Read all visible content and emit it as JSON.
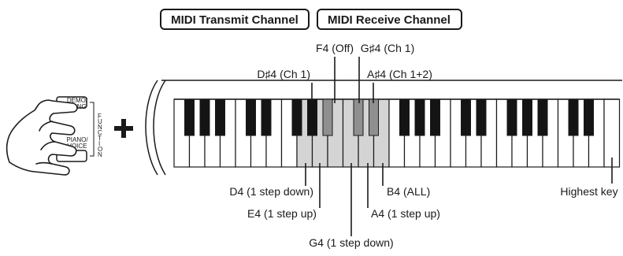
{
  "header": {
    "transmit": "MIDI Transmit Channel",
    "receive": "MIDI Receive Channel"
  },
  "panel": {
    "button_top": [
      "DEMO/",
      "SONG"
    ],
    "button_bottom": [
      "PIANO/",
      "VOICE"
    ],
    "function_letters": [
      "F",
      "U",
      "N",
      "C",
      "T",
      "I",
      "O",
      "N"
    ],
    "plus": "+"
  },
  "labels": {
    "f4": "F4 (Off)",
    "gs4": "G♯4 (Ch 1)",
    "ds4": "D♯4 (Ch 1)",
    "as4": "A♯4 (Ch 1+2)",
    "d4": "D4 (1 step down)",
    "e4": "E4 (1 step up)",
    "g4": "G4 (1 step down)",
    "a4": "A4 (1 step up)",
    "b4": "B4 (ALL)",
    "highest": "Highest key"
  },
  "colors": {
    "highlight_key": "#d4d4d4",
    "highlight_black": "#8f8f8f",
    "key_outline": "#1a1a1a"
  },
  "icons": [
    "hand-pressing-icon",
    "plus-icon",
    "piano-keyboard-icon"
  ]
}
